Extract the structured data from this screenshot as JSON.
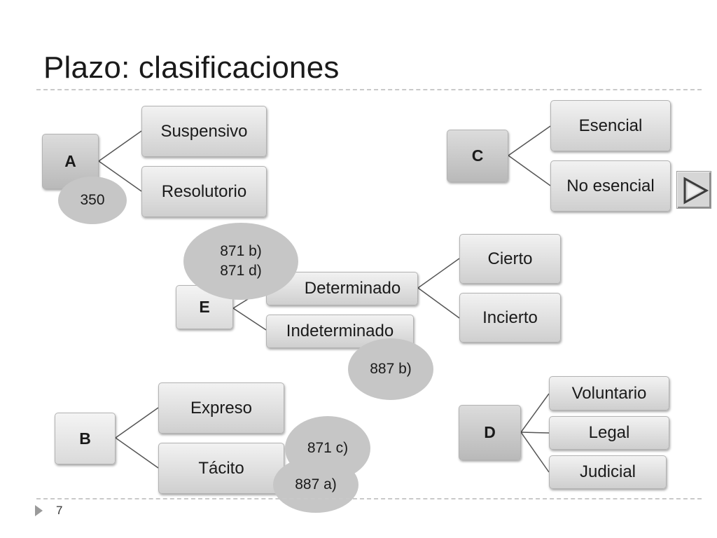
{
  "slide": {
    "title": "Plazo: clasificaciones",
    "page_number": "7"
  },
  "groups": {
    "A": {
      "key": "A",
      "leaves": [
        "Suspensivo",
        "Resolutorio"
      ],
      "article": "350"
    },
    "B": {
      "key": "B",
      "leaves": [
        "Expreso",
        "Tácito"
      ],
      "articles": [
        "871 c)",
        "887 a)"
      ]
    },
    "C": {
      "key": "C",
      "leaves": [
        "Esencial",
        "No esencial"
      ]
    },
    "D": {
      "key": "D",
      "leaves": [
        "Voluntario",
        "Legal",
        "Judicial"
      ]
    },
    "E": {
      "key": "E",
      "leaves": [
        "Determinado",
        "Indeterminado"
      ],
      "sub_leaves": [
        "Cierto",
        "Incierto"
      ],
      "articles": [
        "871 b)",
        "871 d)",
        "887 b)"
      ]
    }
  },
  "icons": {
    "nav_button": "play-triangle-icon"
  },
  "colors": {
    "box_dark": "#c4c4c4",
    "box_light": "#e6e6e6",
    "bubble": "#c6c6c6"
  }
}
